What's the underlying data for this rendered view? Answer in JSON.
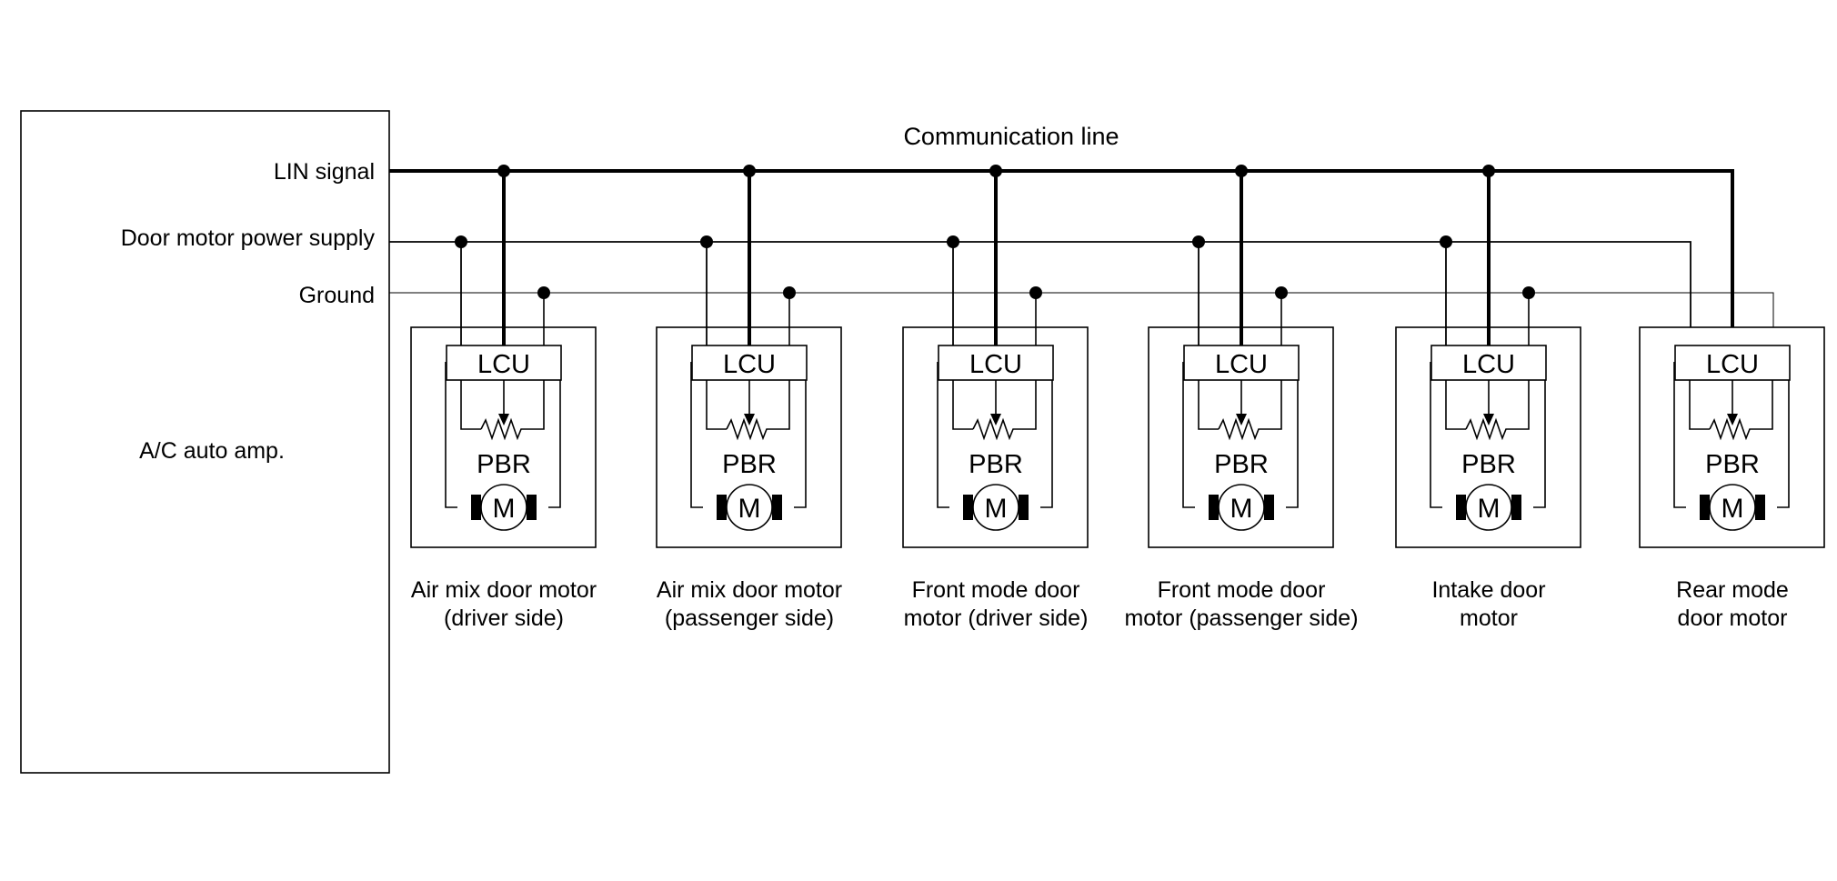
{
  "title": "Communication line",
  "amp_label": "A/C auto amp.",
  "lines": {
    "lin": "LIN signal",
    "power": "Door motor power supply",
    "ground": "Ground"
  },
  "module_labels": {
    "lcu": "LCU",
    "pbr": "PBR",
    "motor": "M"
  },
  "motors": [
    {
      "line1": "Air mix door motor",
      "line2": "(driver side)"
    },
    {
      "line1": "Air mix door motor",
      "line2": "(passenger side)"
    },
    {
      "line1": "Front mode door",
      "line2": "motor (driver side)"
    },
    {
      "line1": "Front mode door",
      "line2": "motor (passenger side)"
    },
    {
      "line1": "Intake door",
      "line2": "motor"
    },
    {
      "line1": "Rear mode",
      "line2": "door motor"
    }
  ]
}
